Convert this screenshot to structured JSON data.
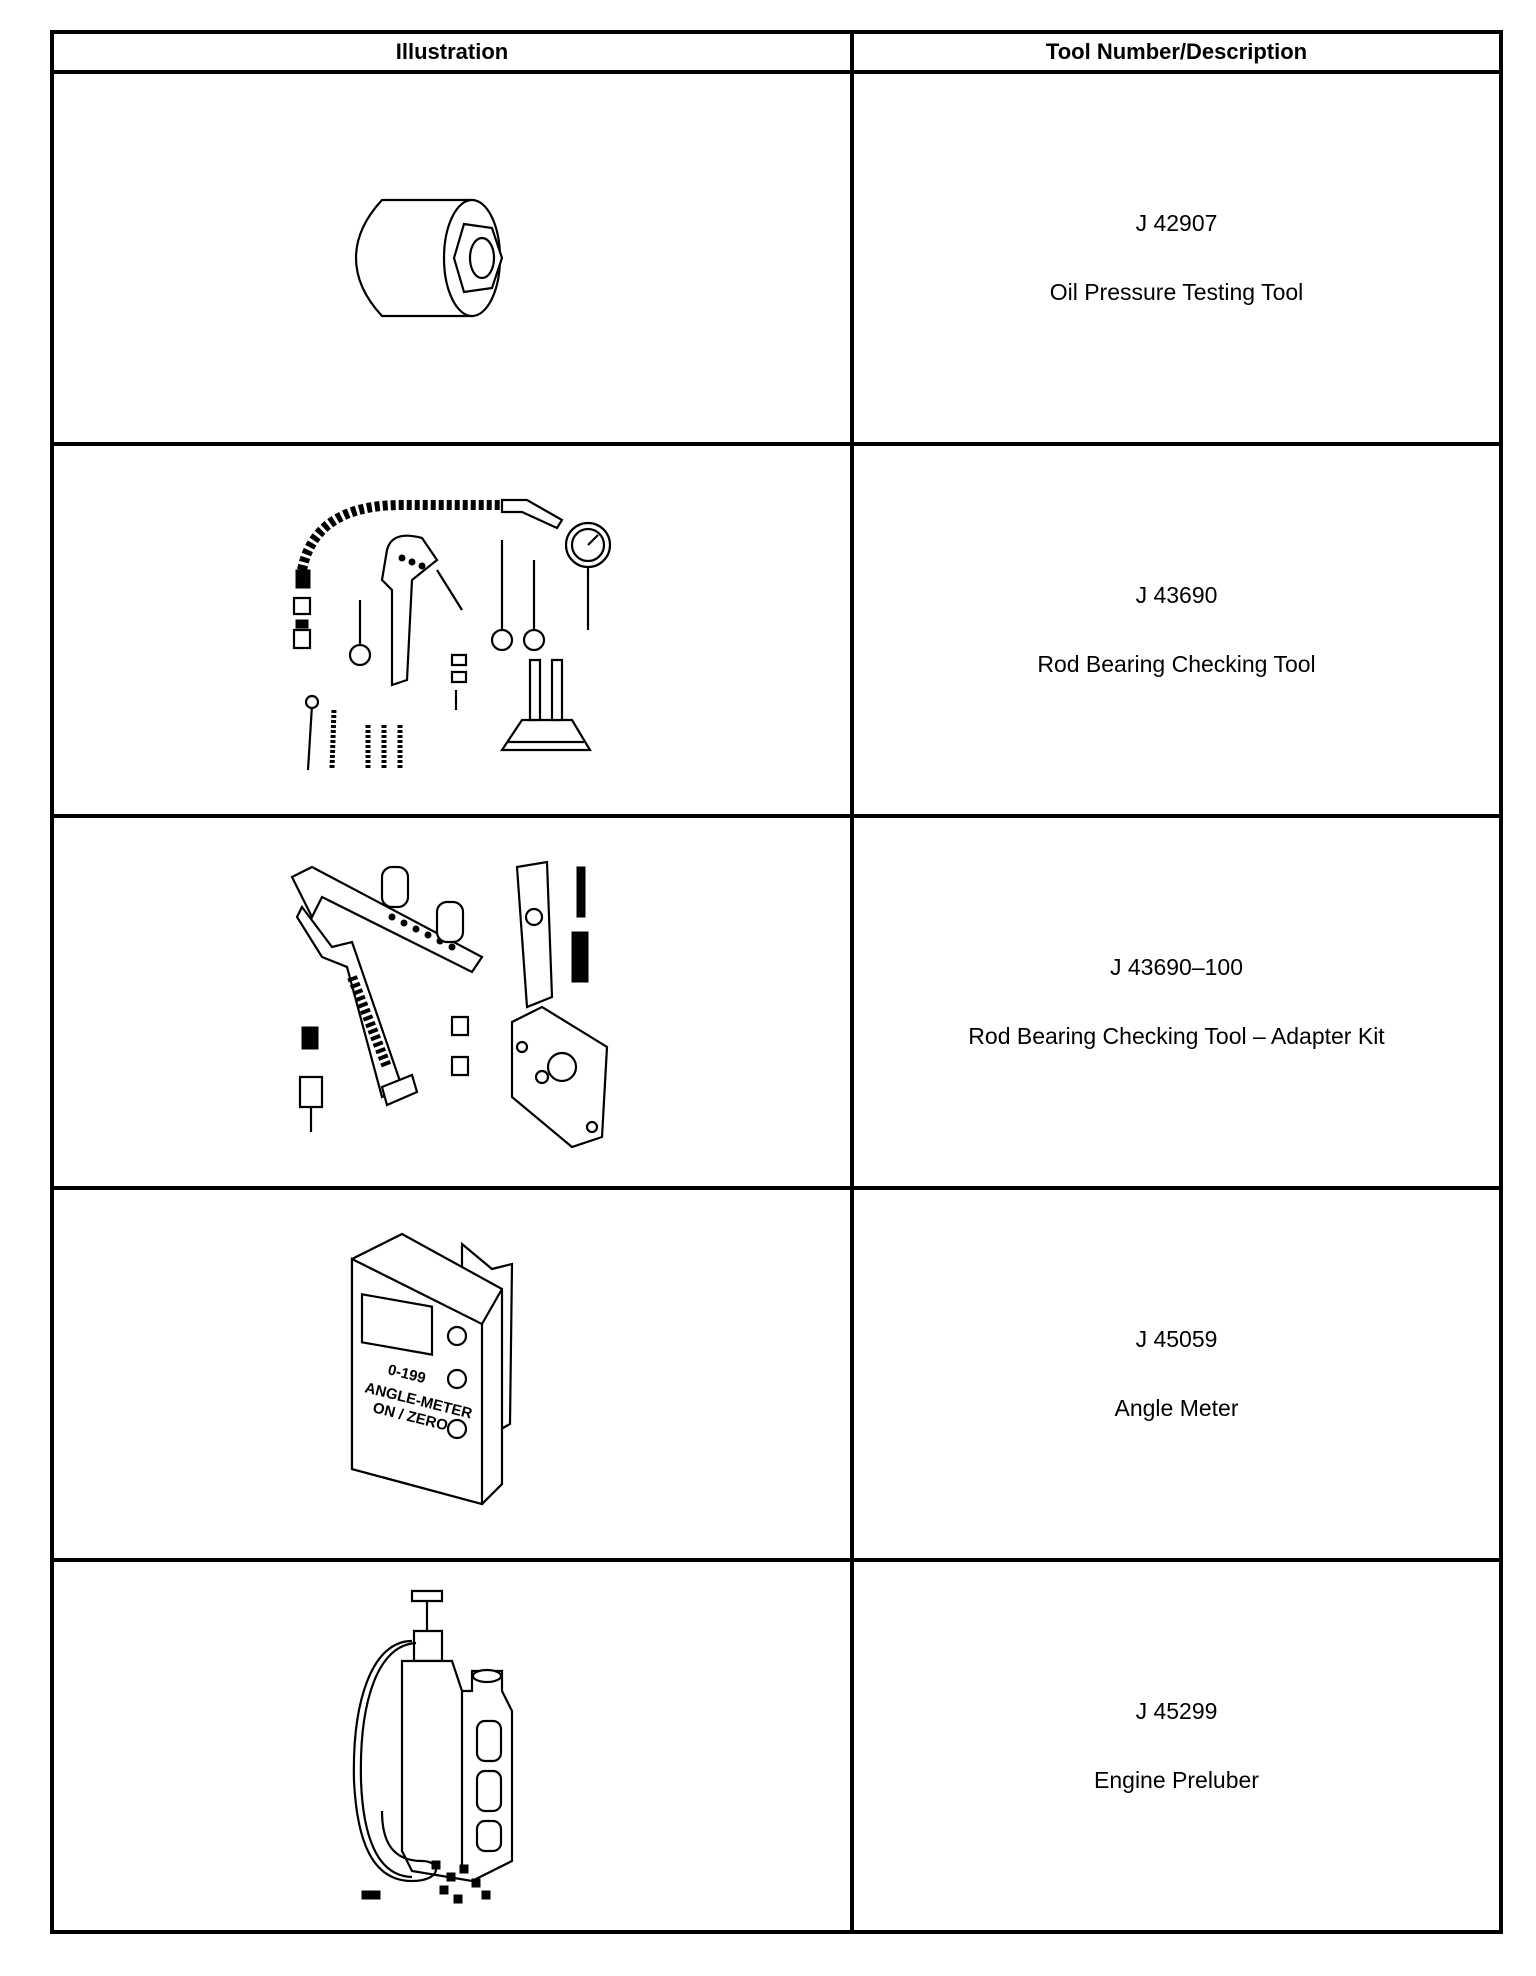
{
  "table": {
    "headers": {
      "illustration": "Illustration",
      "tool": "Tool Number/Description"
    },
    "rows": [
      {
        "number": "J 42907",
        "name": "Oil Pressure Testing Tool",
        "illustration_icon": "oil-pressure-socket-icon"
      },
      {
        "number": "J 43690",
        "name": "Rod Bearing Checking Tool",
        "illustration_icon": "rod-bearing-tool-kit-icon"
      },
      {
        "number": "J 43690–100",
        "name": "Rod Bearing Checking Tool – Adapter Kit",
        "illustration_icon": "adapter-kit-icon"
      },
      {
        "number": "J 45059",
        "name": "Angle Meter",
        "illustration_icon": "angle-meter-icon",
        "device_labels": [
          "0-199",
          "ANGLE-METER",
          "ON / ZERO"
        ]
      },
      {
        "number": "J 45299",
        "name": "Engine Preluber",
        "illustration_icon": "engine-preluber-icon"
      }
    ]
  }
}
